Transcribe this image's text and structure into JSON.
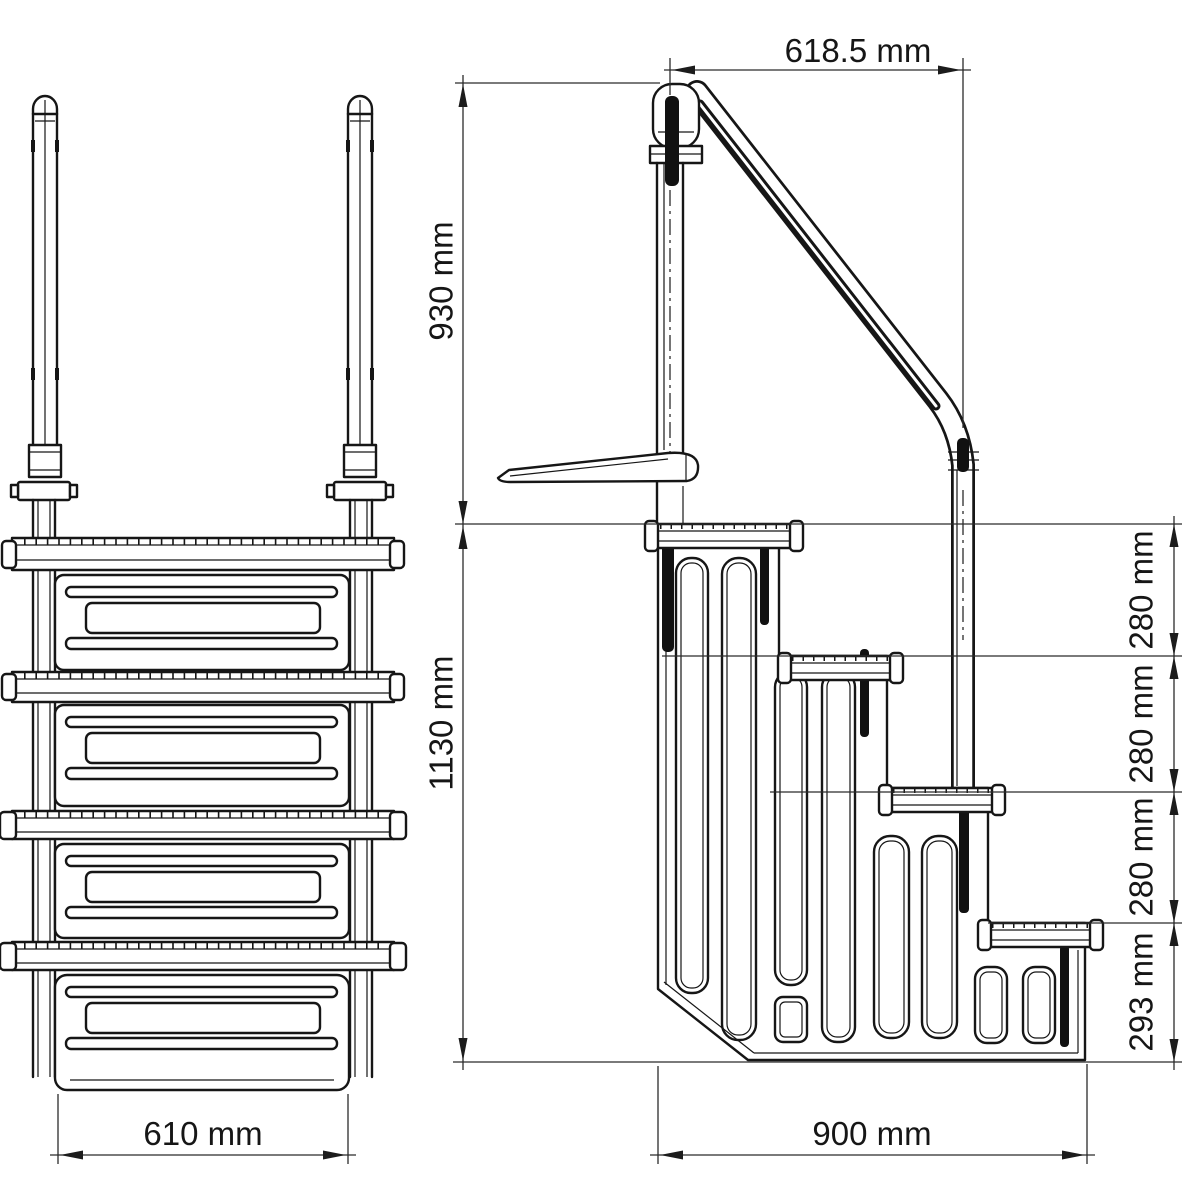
{
  "dimensions": {
    "handrail_span": "618.5 mm",
    "handrail_height": "930 mm",
    "overall_height": "1130 mm",
    "ladder_width": "610 mm",
    "base_depth": "900 mm",
    "rise_1": "280 mm",
    "rise_2": "280 mm",
    "rise_3": "280 mm",
    "bottom_rise": "293 mm"
  },
  "colors": {
    "line": "#161616",
    "dimension_line": "#2b2b2b",
    "background": "#ffffff"
  }
}
